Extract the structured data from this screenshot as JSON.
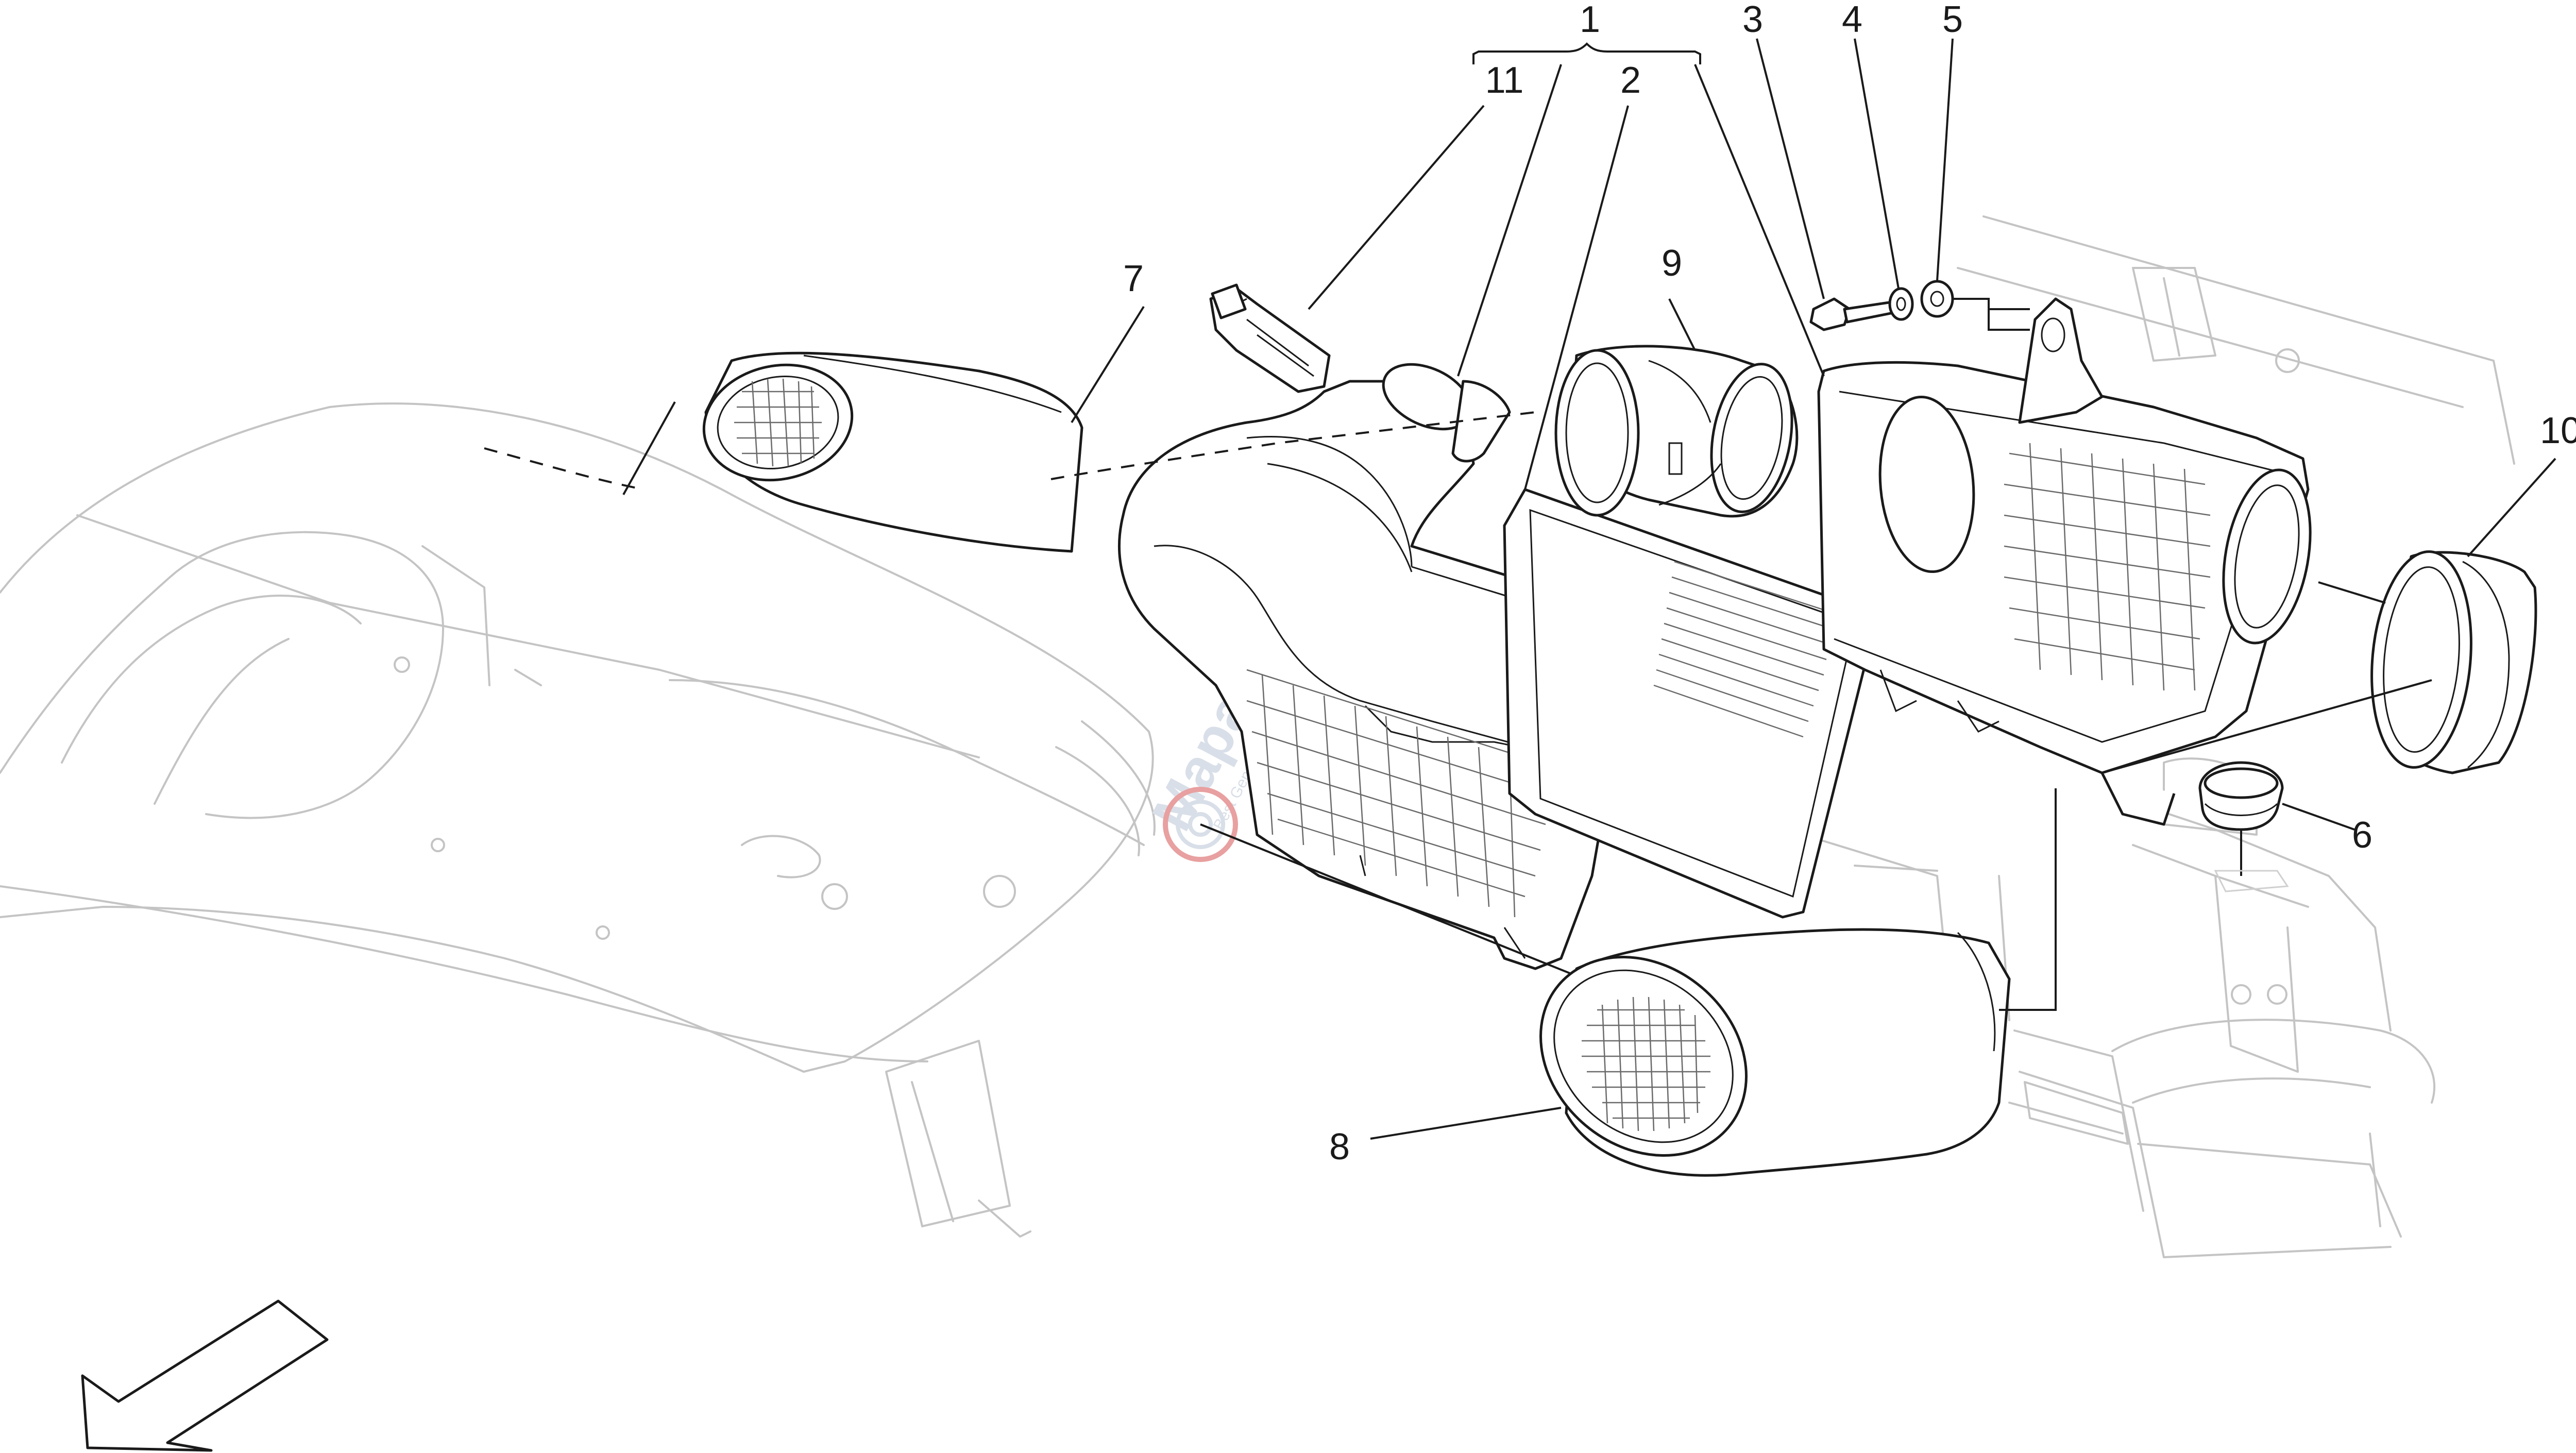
{
  "labels": {
    "p1": "1",
    "p2": "2",
    "p3": "3",
    "p4": "4",
    "p5": "5",
    "p6": "6",
    "p7": "7",
    "p8": "8",
    "p9": "9",
    "p10": "10",
    "p11": "11"
  },
  "watermark": {
    "brand": "Maparts",
    "tagline": "Best Genuine Parts Specialists"
  },
  "colors": {
    "line": "#1a1a1a",
    "ghost": "#c4c4c4",
    "watermark_red": "#e8a0a0",
    "watermark_blue": "#d9dfe8"
  }
}
